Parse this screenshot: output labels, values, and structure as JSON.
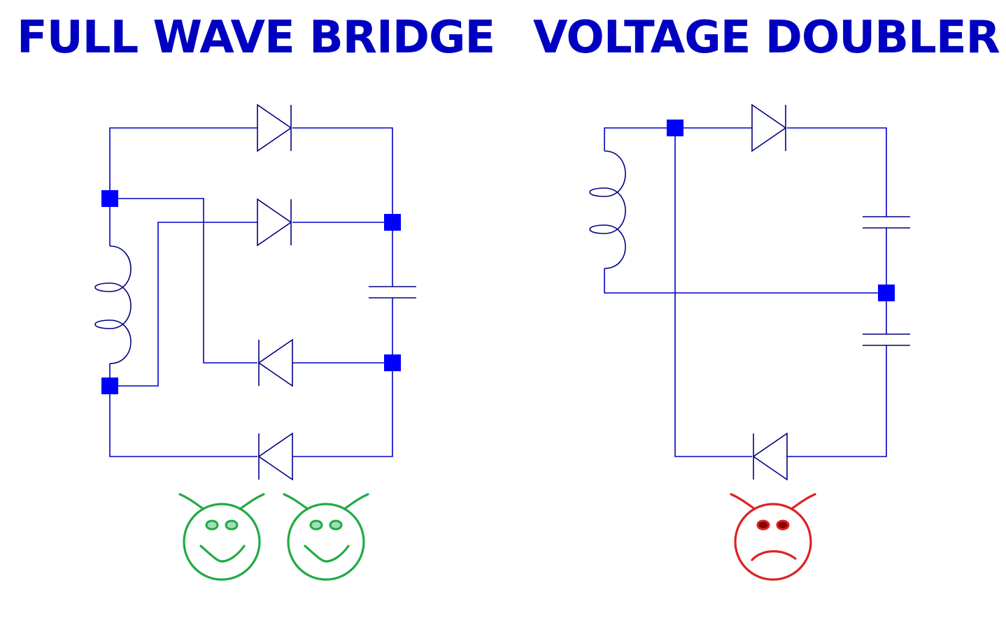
{
  "titles": {
    "left": "FULL WAVE BRIDGE",
    "right": "VOLTAGE DOUBLER"
  },
  "colors": {
    "title": "#0000c0",
    "wire": "#0000c8",
    "component": "#000080",
    "node": "#0000ff",
    "happy_face": "#22aa44",
    "sad_face": "#dd2222",
    "sad_eye": "#880000"
  },
  "faces": {
    "left": [
      "happy",
      "happy"
    ],
    "right": [
      "sad"
    ]
  }
}
